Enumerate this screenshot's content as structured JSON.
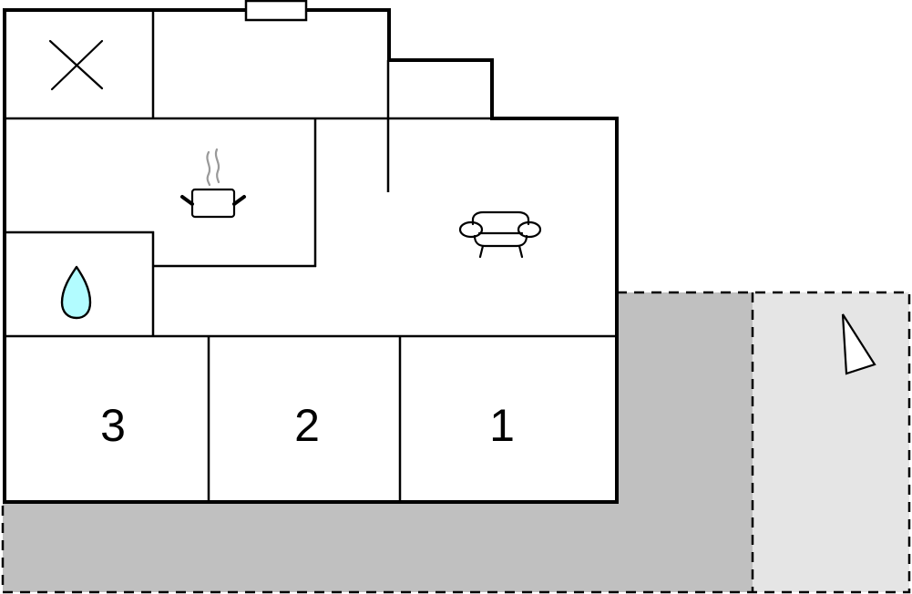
{
  "plan": {
    "type": "floor-plan",
    "colors": {
      "wall": "#000000",
      "floor": "#ffffff",
      "terrace_covered": "#c0c0c0",
      "terrace_open": "#e5e5e5",
      "water": "#b2fcff",
      "steam": "#999999"
    },
    "rooms": [
      {
        "id": "toilet",
        "icon": "wc-cross-icon",
        "label": ""
      },
      {
        "id": "hall",
        "icon": "",
        "label": ""
      },
      {
        "id": "kitchen",
        "icon": "cooking-pot-icon",
        "label": ""
      },
      {
        "id": "bathroom",
        "icon": "water-drop-icon",
        "label": ""
      },
      {
        "id": "living-room",
        "icon": "sofa-icon",
        "label": ""
      },
      {
        "id": "bedroom-3",
        "icon": "",
        "label": "3"
      },
      {
        "id": "bedroom-2",
        "icon": "",
        "label": "2"
      },
      {
        "id": "bedroom-1",
        "icon": "",
        "label": "1"
      }
    ],
    "outdoor": [
      {
        "id": "terrace-covered",
        "fill": "#c0c0c0"
      },
      {
        "id": "terrace-open",
        "fill": "#e5e5e5",
        "icon": "north-arrow-icon"
      }
    ],
    "window": {
      "id": "top-window"
    }
  }
}
